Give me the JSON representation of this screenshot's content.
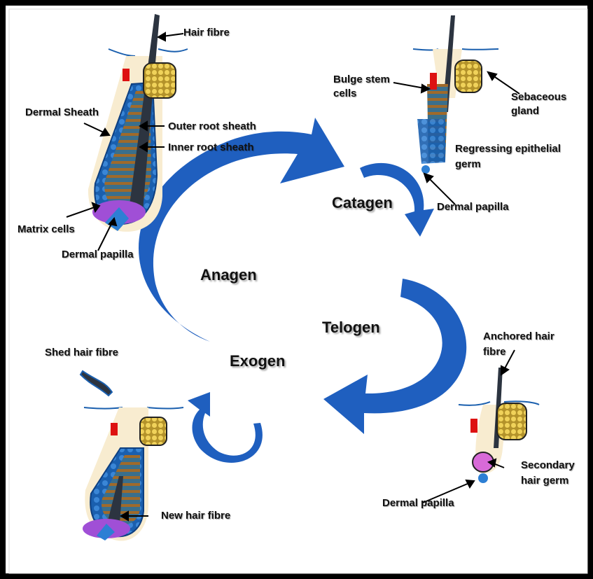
{
  "phases": {
    "anagen": "Anagen",
    "catagen": "Catagen",
    "telogen": "Telogen",
    "exogen": "Exogen"
  },
  "labels": {
    "hair_fibre": "Hair fibre",
    "dermal_sheath": "Dermal Sheath",
    "outer_root_sheath": "Outer root sheath",
    "inner_root_sheath": "Inner root sheath",
    "matrix_cells": "Matrix cells",
    "dermal_papilla_anagen": "Dermal papilla",
    "bulge_stem_cells_1": "Bulge stem",
    "bulge_stem_cells_2": "cells",
    "sebaceous_gland_1": "Sebaceous",
    "sebaceous_gland_2": "gland",
    "regressing_1": "Regressing epithelial",
    "regressing_2": "germ",
    "dermal_papilla_catagen": "Dermal papilla",
    "anchored_1": "Anchored hair",
    "anchored_2": "fibre",
    "secondary_1": "Secondary",
    "secondary_2": "hair germ",
    "dermal_papilla_telogen": "Dermal papilla",
    "shed_hair_fibre": "Shed hair fibre",
    "new_hair_fibre": "New hair fibre"
  },
  "colors": {
    "arrow": "#1f5fbf",
    "skin": "#f8ecd0",
    "sheath_blue": "#1a5fae",
    "hair": "#2c3440",
    "matrix": "#a04fd6",
    "papilla": "#2d7fd4",
    "sebaceous": "#e8c84a",
    "bulge": "#dd1111"
  }
}
